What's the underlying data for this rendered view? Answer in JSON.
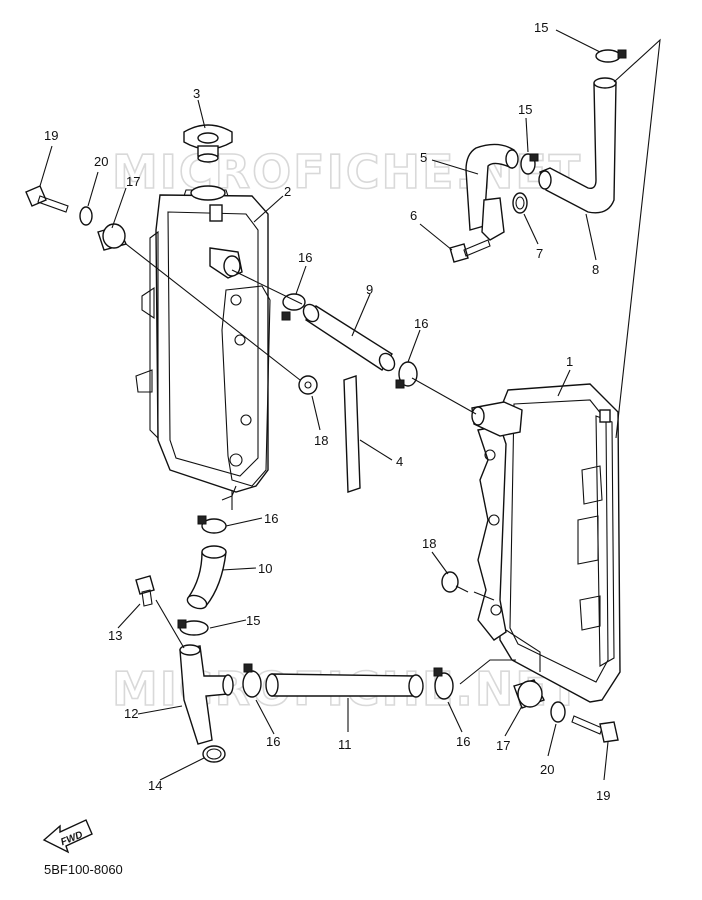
{
  "watermark": "MICROFICHE.NET",
  "diagram_code": "5BF100-8060",
  "fwd_label": "FWD",
  "callouts": {
    "c1": "1",
    "c2": "2",
    "c3": "3",
    "c4": "4",
    "c5": "5",
    "c6": "6",
    "c7": "7",
    "c8": "8",
    "c9": "9",
    "c10": "10",
    "c11": "11",
    "c12": "12",
    "c13": "13",
    "c14": "14",
    "c15a": "15",
    "c15b": "15",
    "c15c": "15",
    "c16a": "16",
    "c16b": "16",
    "c16c": "16",
    "c16d": "16",
    "c16e": "16",
    "c17a": "17",
    "c17b": "17",
    "c18a": "18",
    "c18b": "18",
    "c19a": "19",
    "c19b": "19",
    "c20a": "20",
    "c20b": "20"
  }
}
